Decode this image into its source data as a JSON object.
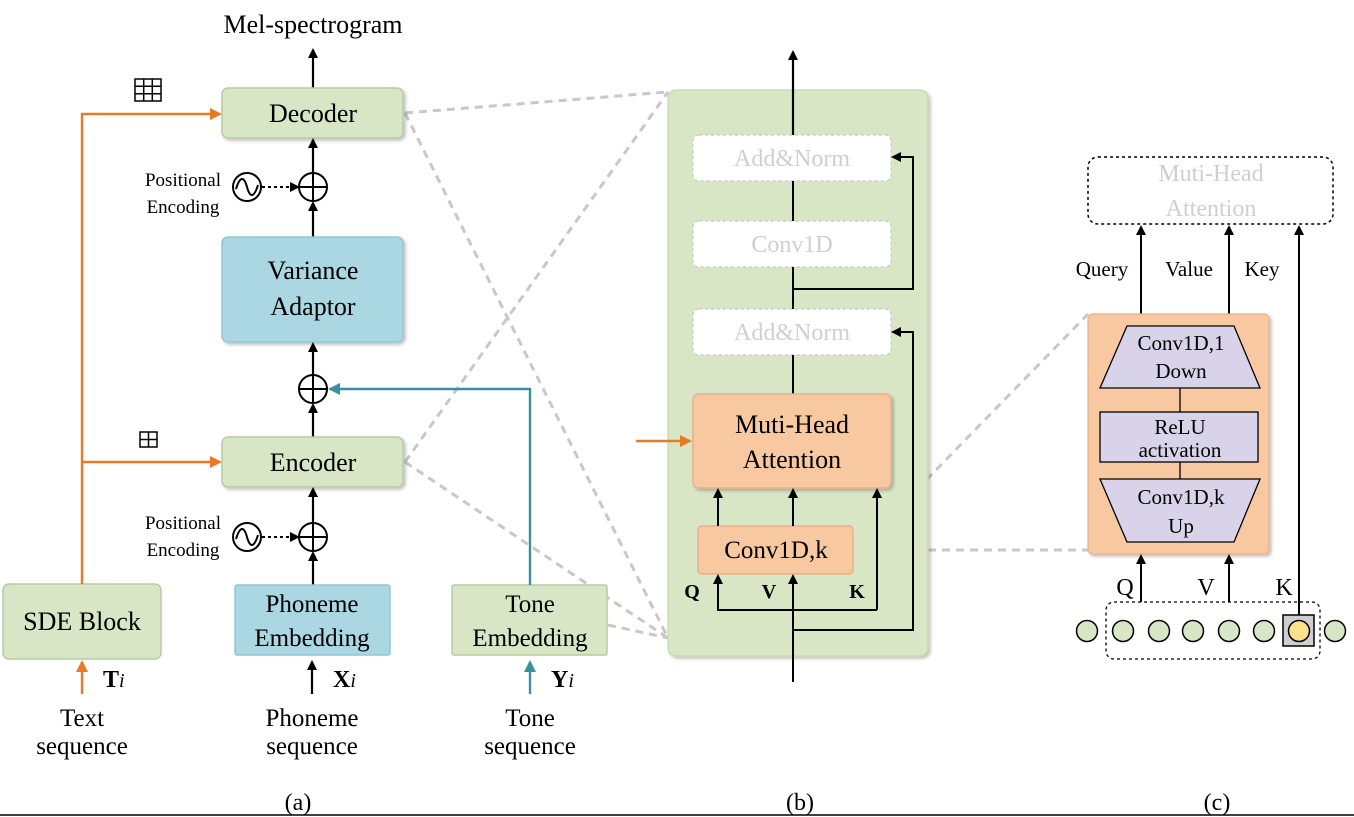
{
  "colors": {
    "green_block": "#d8e6c6",
    "green_border": "#b7cca0",
    "blue_block": "#aad7e2",
    "orange_block": "#f8c8a0",
    "purple_block": "#d8d3e8",
    "orange_arrow": "#e87a25",
    "teal_arrow": "#3a8fa0",
    "ghost_text": "#cfcfcf",
    "dashed_gray": "#c8c8c8",
    "token_fill": "#d8e6c6",
    "token_selected": "#fde08a"
  },
  "panel_a": {
    "output_label": "Mel-spectrogram",
    "decoder": "Decoder",
    "variance_adaptor": [
      "Variance",
      "Adaptor"
    ],
    "encoder": "Encoder",
    "positional_encoding": [
      "Positional",
      "Encoding"
    ],
    "sde_block": "SDE Block",
    "phoneme_embedding": [
      "Phoneme",
      "Embedding"
    ],
    "tone_embedding": [
      "Tone",
      "Embedding"
    ],
    "text_input": {
      "symbol": "T",
      "sub": "i",
      "caption": [
        "Text",
        "sequence"
      ]
    },
    "phoneme_input": {
      "symbol": "X",
      "sub": "i",
      "caption": [
        "Phoneme",
        "sequence"
      ]
    },
    "tone_input": {
      "symbol": "Y",
      "sub": "i",
      "caption": [
        "Tone",
        "sequence"
      ]
    },
    "caption": "(a)"
  },
  "panel_b": {
    "add_norm_top": "Add&Norm",
    "conv1d": "Conv1D",
    "add_norm_bottom": "Add&Norm",
    "attention": [
      "Muti-Head",
      "Attention"
    ],
    "conv_k": "Conv1D,k",
    "q": "Q",
    "v": "V",
    "k": "K",
    "caption": "(b)"
  },
  "panel_c": {
    "attention": [
      "Muti-Head",
      "Attention"
    ],
    "query": "Query",
    "value": "Value",
    "key": "Key",
    "conv_down": [
      "Conv1D,1",
      "Down"
    ],
    "relu": [
      "ReLU",
      "activation"
    ],
    "conv_up": [
      "Conv1D,k",
      "Up"
    ],
    "q": "Q",
    "v": "V",
    "k": "K",
    "caption": "(c)"
  }
}
